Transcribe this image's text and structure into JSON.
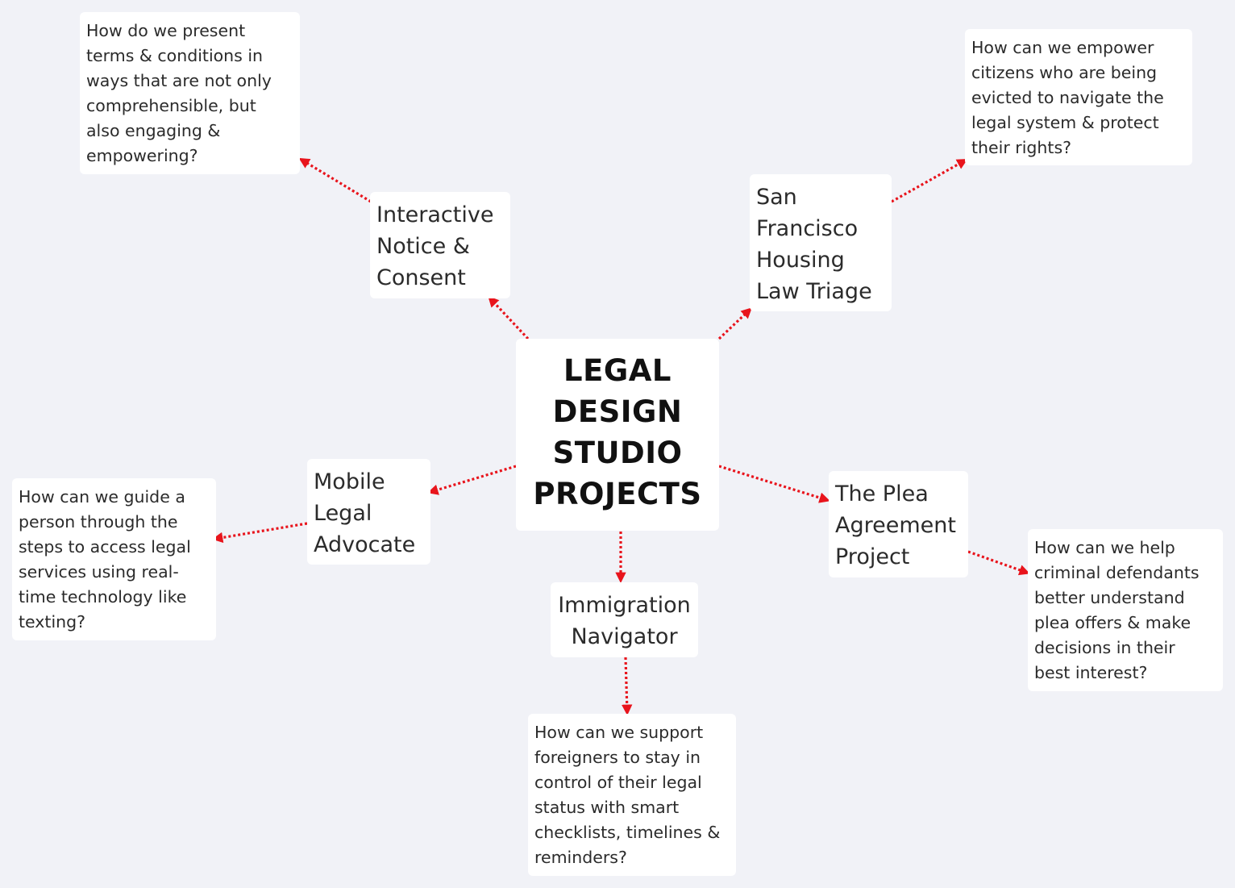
{
  "diagram": {
    "center": {
      "label": "LEGAL\nDESIGN\nSTUDIO\nPROJECTS"
    },
    "projects": [
      {
        "id": "interactive-notice",
        "label": "Interactive\nNotice &\nConsent",
        "question": "How do we present\nterms & conditions in\nways that are not only\ncomprehensible, but\nalso engaging &\nempowering?"
      },
      {
        "id": "sf-housing",
        "label": "San\nFrancisco\nHousing\nLaw Triage",
        "question": "How can we empower\ncitizens who are being\nevicted to navigate the\nlegal system & protect\ntheir rights?"
      },
      {
        "id": "mobile-legal",
        "label": "Mobile\nLegal\nAdvocate",
        "question": "How can we guide a\nperson through the\nsteps to access legal\nservices using real-\ntime technology like\ntexting?"
      },
      {
        "id": "immigration",
        "label": "Immigration\nNavigator",
        "question": "How can we support\nforeigners to stay in\ncontrol of their legal\nstatus with smart\nchecklists, timelines &\nreminders?"
      },
      {
        "id": "plea-agreement",
        "label": "The Plea\nAgreement\n Project",
        "question": "How can we help\ncriminal defendants\nbetter understand\nplea offers & make\ndecisions in their\nbest interest?"
      }
    ]
  },
  "colors": {
    "background": "#f1f2f7",
    "box": "#ffffff",
    "connector": "#e8141c",
    "center_text": "#111111",
    "text": "#2b2b2b"
  }
}
